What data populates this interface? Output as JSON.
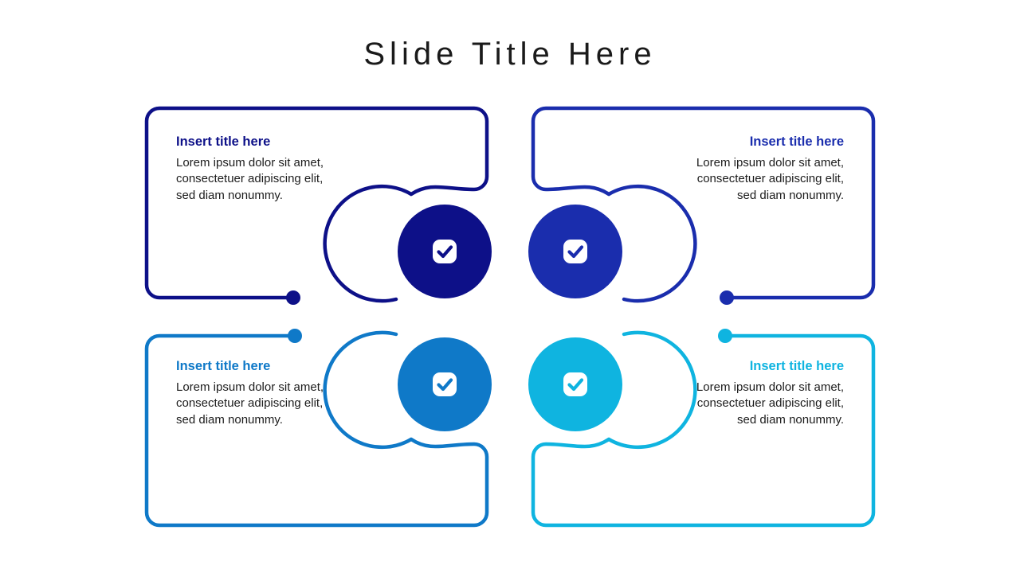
{
  "slide": {
    "title": "Slide Title Here",
    "background": "#ffffff",
    "title_color": "#1a1a1a"
  },
  "palette": {
    "quadrant_1": "#0d1088",
    "quadrant_2": "#1a2dad",
    "quadrant_3": "#0f79c8",
    "quadrant_4": "#0fb4e0",
    "body_text": "#1c1c1c"
  },
  "quadrants": [
    {
      "id": "top-left",
      "title": "Insert title here",
      "body": "Lorem ipsum dolor sit amet, consectetuer adipiscing elit, sed diam nonummy.",
      "body_lines": [
        "Lorem ipsum dolor sit amet,",
        "consectetuer adipiscing elit,",
        "sed diam nonummy."
      ],
      "color": "#0d1088",
      "align": "left",
      "icon": "check-icon"
    },
    {
      "id": "top-right",
      "title": "Insert title here",
      "body": "Lorem ipsum dolor sit amet, consectetuer adipiscing elit, sed diam nonummy.",
      "body_lines": [
        "Lorem ipsum dolor sit amet,",
        "consectetuer adipiscing elit,",
        "sed diam nonummy."
      ],
      "color": "#1a2dad",
      "align": "right",
      "icon": "check-icon"
    },
    {
      "id": "bottom-left",
      "title": "Insert title here",
      "body": "Lorem ipsum dolor sit amet, consectetuer adipiscing elit, sed diam nonummy.",
      "body_lines": [
        "Lorem ipsum dolor sit amet,",
        "consectetuer adipiscing elit,",
        "sed diam nonummy."
      ],
      "color": "#0f79c8",
      "align": "left",
      "icon": "check-icon"
    },
    {
      "id": "bottom-right",
      "title": "Insert title here",
      "body": "Lorem ipsum dolor sit amet, consectetuer adipiscing elit, sed diam nonummy.",
      "body_lines": [
        "Lorem ipsum dolor sit amet,",
        "consectetuer adipiscing elit,",
        "sed diam nonummy."
      ],
      "color": "#0fb4e0",
      "align": "right",
      "icon": "check-icon"
    }
  ]
}
